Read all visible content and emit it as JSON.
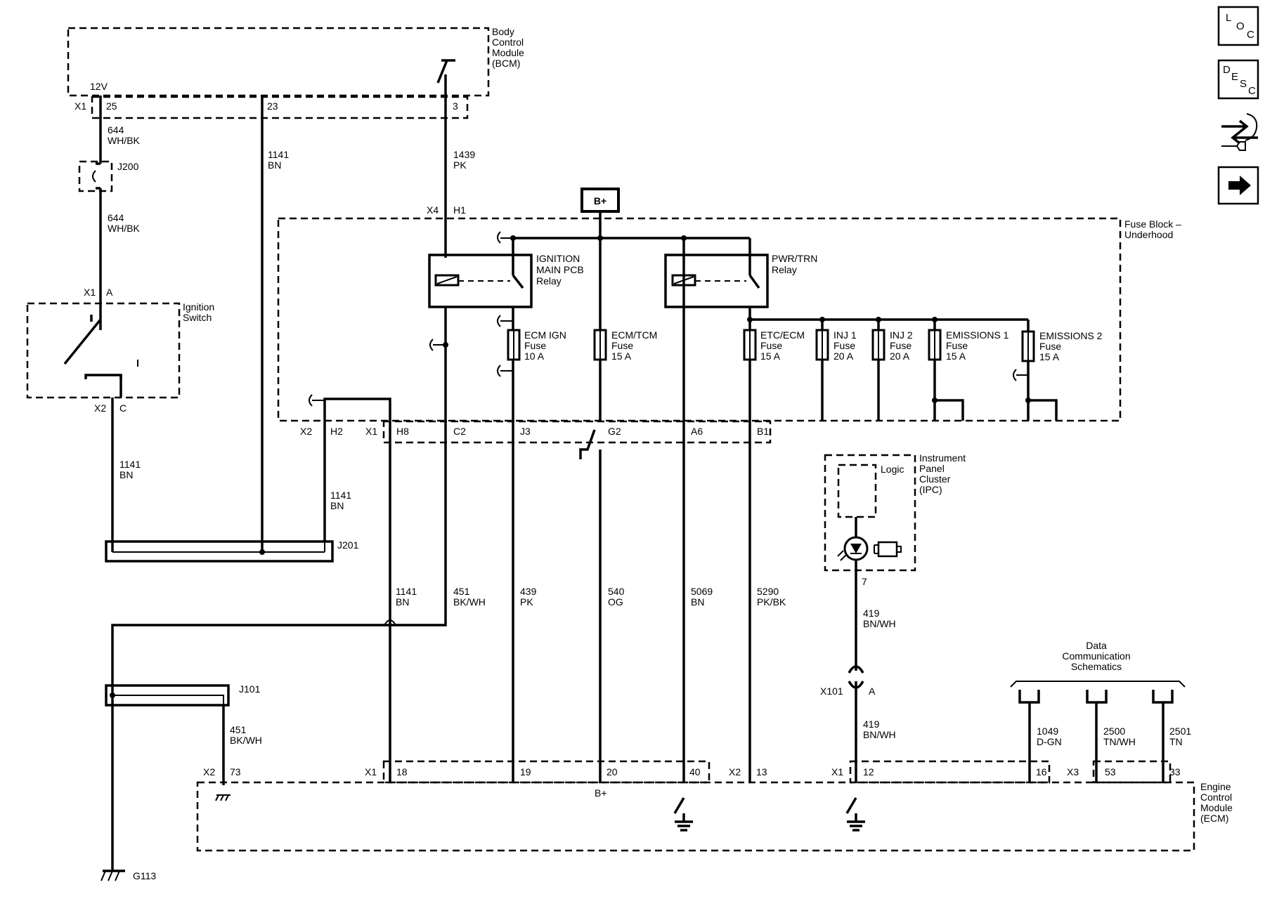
{
  "bcm": {
    "label_lines": [
      "Body",
      "Control",
      "Module",
      "(BCM)"
    ],
    "voltage": "12V",
    "connector": "X1",
    "pins": {
      "p25": "25",
      "p23": "23",
      "p3": "3"
    }
  },
  "ignition_switch": {
    "label_lines": [
      "Ignition",
      "Switch"
    ],
    "conn_top": "X1",
    "pin_top": "A",
    "conn_bottom": "X2",
    "pin_bottom": "C"
  },
  "wires": {
    "w644_top": {
      "circuit": "644",
      "color": "WH/BK"
    },
    "w644_mid": {
      "circuit": "644",
      "color": "WH/BK"
    },
    "w1141_bcm": {
      "circuit": "1141",
      "color": "BN"
    },
    "w1439": {
      "circuit": "1439",
      "color": "PK"
    },
    "w1141_sw": {
      "circuit": "1141",
      "color": "BN"
    },
    "w1141_fb": {
      "circuit": "1141",
      "color": "BN"
    },
    "w1141_ecm": {
      "circuit": "1141",
      "color": "BN"
    },
    "w451_fb": {
      "circuit": "451",
      "color": "BK/WH"
    },
    "w439": {
      "circuit": "439",
      "color": "PK"
    },
    "w540": {
      "circuit": "540",
      "color": "OG"
    },
    "w5069": {
      "circuit": "5069",
      "color": "BN"
    },
    "w5290": {
      "circuit": "5290",
      "color": "PK/BK"
    },
    "w419_top": {
      "circuit": "419",
      "color": "BN/WH"
    },
    "w419_bot": {
      "circuit": "419",
      "color": "BN/WH"
    },
    "w451_j101": {
      "circuit": "451",
      "color": "BK/WH"
    },
    "w1049": {
      "circuit": "1049",
      "color": "D-GN"
    },
    "w2500": {
      "circuit": "2500",
      "color": "TN/WH"
    },
    "w2501": {
      "circuit": "2501",
      "color": "TN"
    }
  },
  "splices": {
    "j200": "J200",
    "j201": "J201",
    "j101": "J101"
  },
  "battery": {
    "label": "B+"
  },
  "fuse_block": {
    "label_lines": [
      "Fuse Block –",
      "Underhood"
    ],
    "conn_x4": "X4",
    "pin_h1": "H1",
    "conn_x2": "X2",
    "pin_h2": "H2",
    "conn_x1": "X1",
    "pins": [
      "H8",
      "C2",
      "J3",
      "G2",
      "A6",
      "B1"
    ]
  },
  "relays": {
    "ign_main": {
      "label_lines": [
        "IGNITION",
        "MAIN PCB",
        "Relay"
      ]
    },
    "pwr_trn": {
      "label_lines": [
        "PWR/TRN",
        "Relay"
      ]
    }
  },
  "fuses": [
    {
      "name": "ECM IGN",
      "type": "Fuse",
      "rating": "10 A"
    },
    {
      "name": "ECM/TCM",
      "type": "Fuse",
      "rating": "15 A"
    },
    {
      "name": "ETC/ECM",
      "type": "Fuse",
      "rating": "15 A"
    },
    {
      "name": "INJ 1",
      "type": "Fuse",
      "rating": "20 A"
    },
    {
      "name": "INJ 2",
      "type": "Fuse",
      "rating": "20 A"
    },
    {
      "name": "EMISSIONS 1",
      "type": "Fuse",
      "rating": "15 A"
    },
    {
      "name": "EMISSIONS 2",
      "type": "Fuse",
      "rating": "15 A"
    }
  ],
  "ipc": {
    "label_lines": [
      "Instrument",
      "Panel",
      "Cluster",
      "(IPC)"
    ],
    "logic": "Logic",
    "pin": "7"
  },
  "x101": {
    "connector": "X101",
    "pin": "A"
  },
  "data_comm": {
    "label_lines": [
      "Data",
      "Communication",
      "Schematics"
    ]
  },
  "ecm": {
    "label_lines": [
      "Engine",
      "Control",
      "Module",
      "(ECM)"
    ],
    "conn_x2": "X2",
    "pin_73": "73",
    "conn_x1": "X1",
    "pin_18": "18",
    "pin_19": "19",
    "pin_20": "20",
    "pin_40": "40",
    "conn_x2b": "X2",
    "pin_13": "13",
    "conn_x1b": "X1",
    "pin_12": "12",
    "pin_16": "16",
    "conn_x3": "X3",
    "pin_53": "53",
    "pin_33": "33",
    "bplus": "B+"
  },
  "ground": {
    "g113": "G113"
  },
  "nav": {
    "loc": [
      "L",
      "O",
      "C"
    ],
    "desc": [
      "D",
      "E",
      "S",
      "C"
    ]
  }
}
